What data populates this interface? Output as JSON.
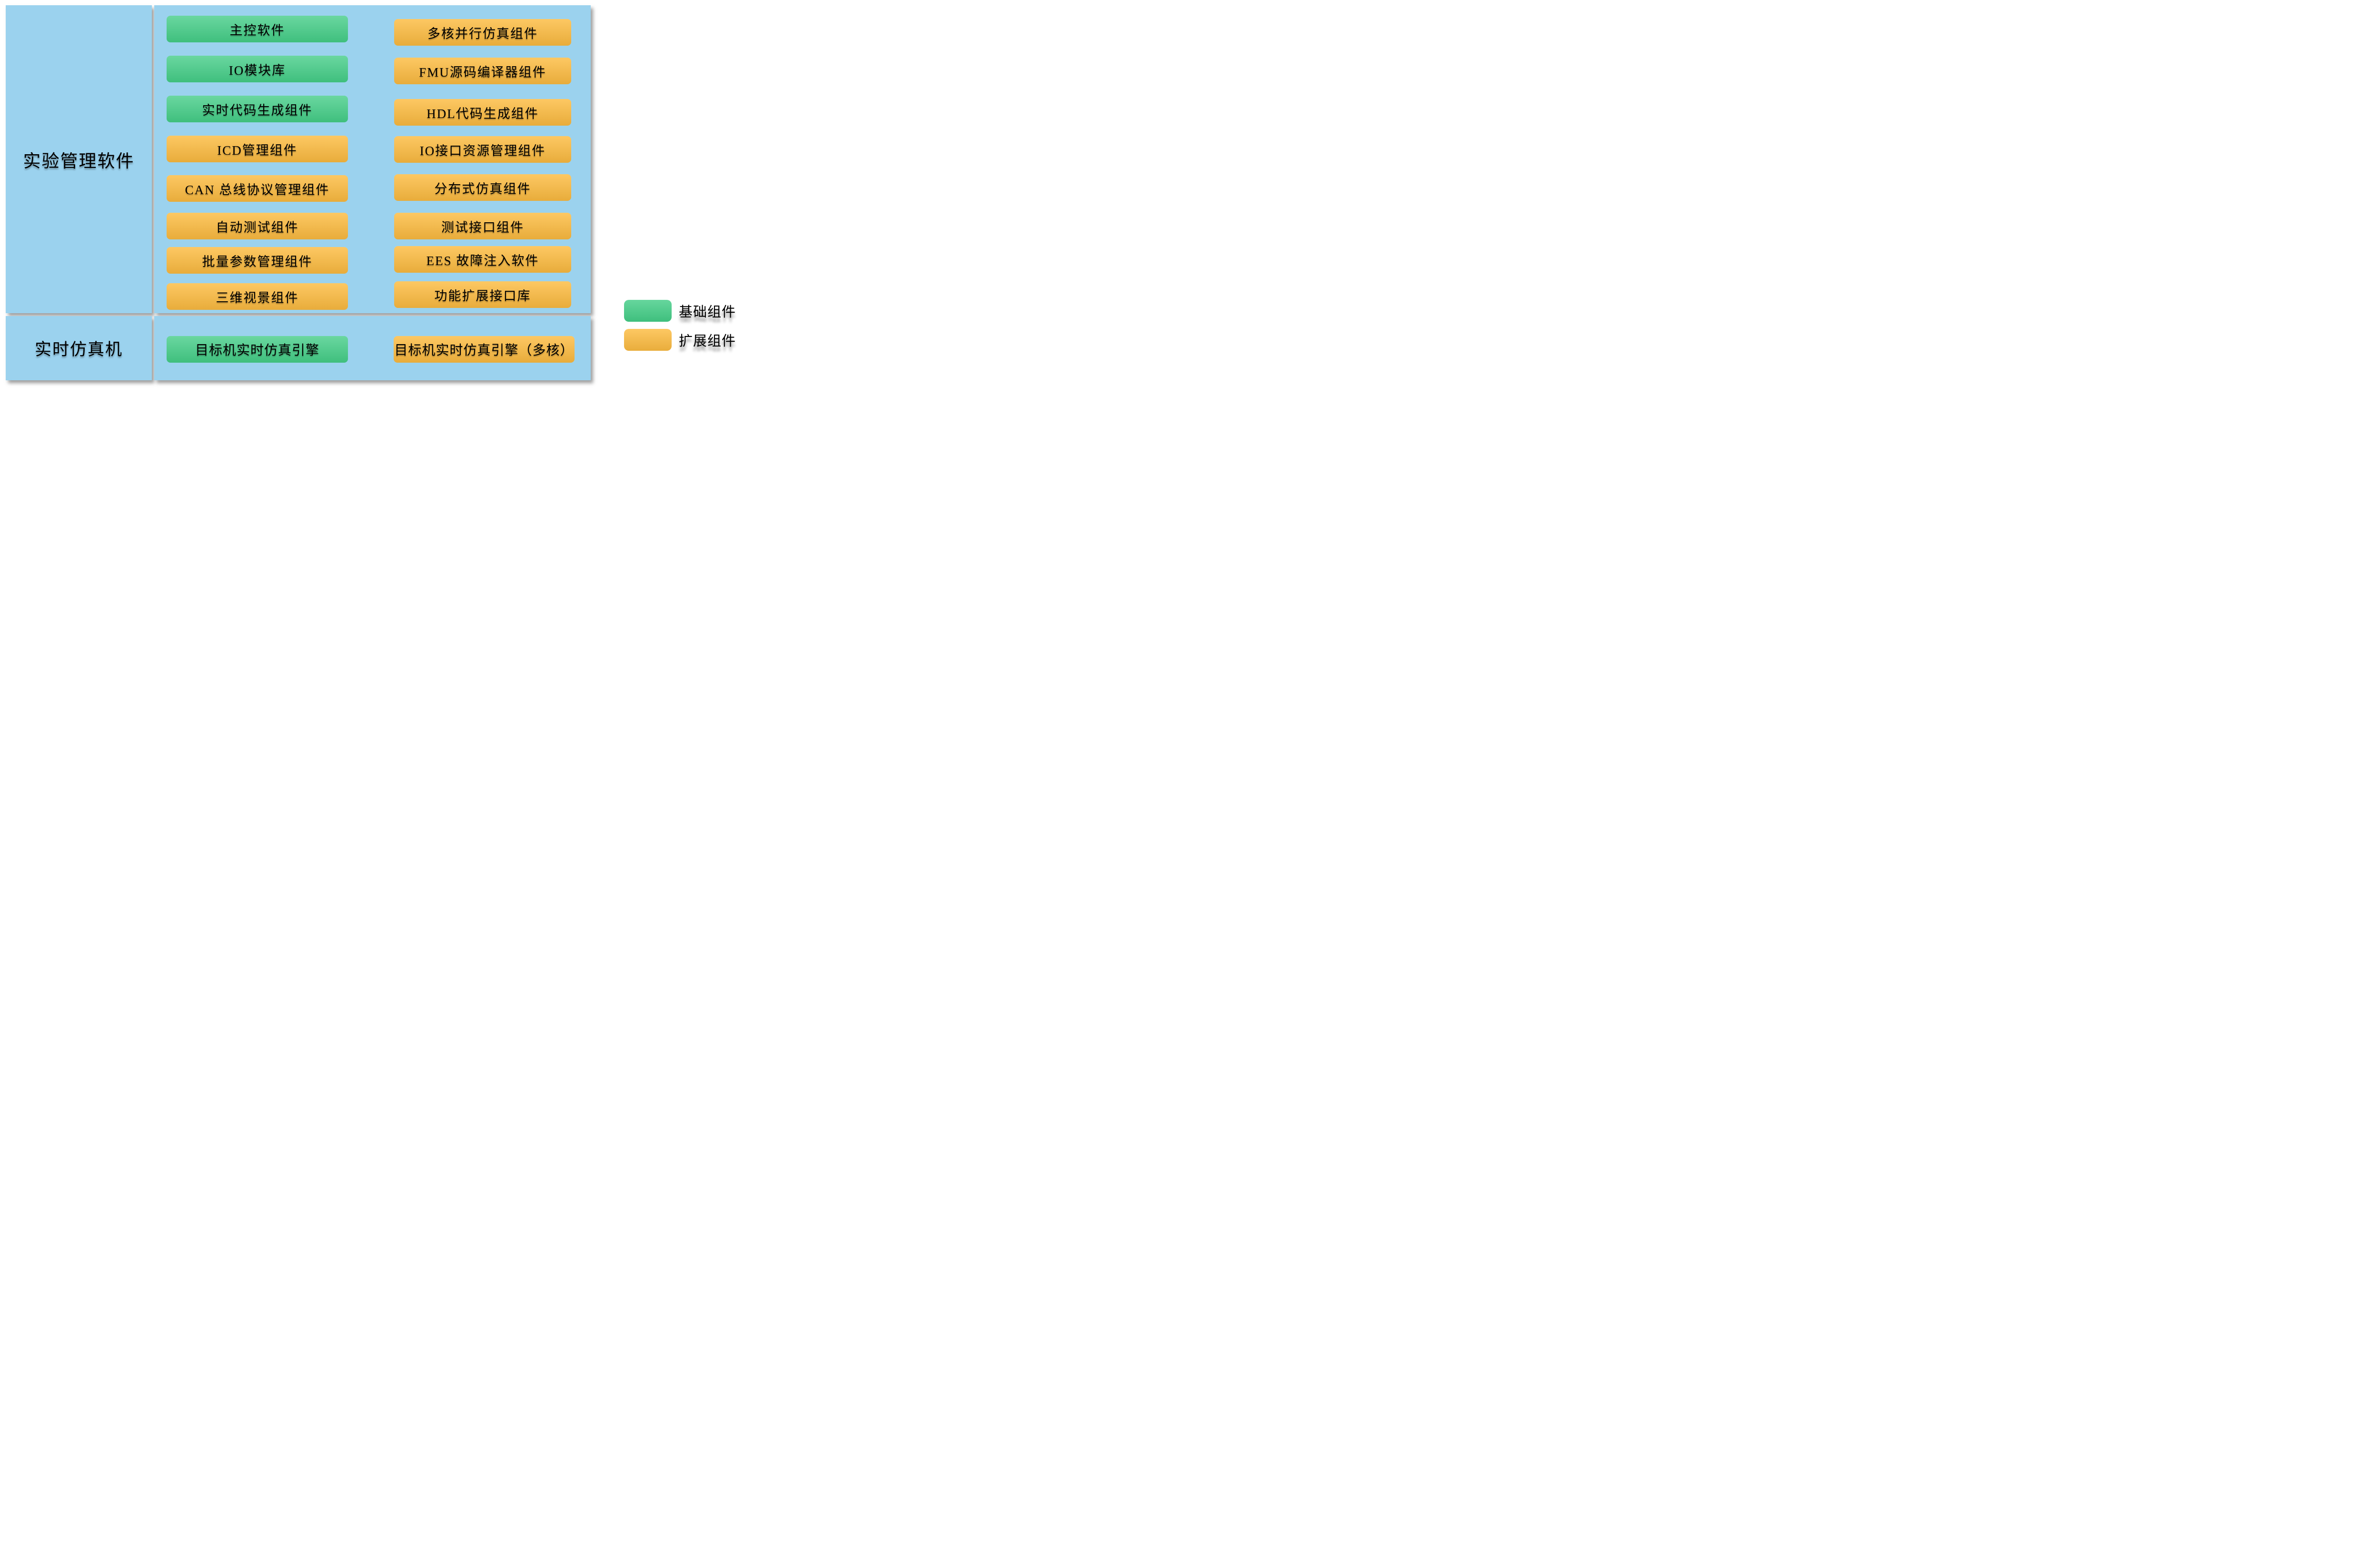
{
  "panels": {
    "top_left": {
      "label": "实验管理软件"
    },
    "bottom_left": {
      "label": "实时仿真机"
    }
  },
  "main": {
    "left_column": [
      {
        "label": "主控软件",
        "type": "base"
      },
      {
        "label": "IO模块库",
        "type": "base"
      },
      {
        "label": "实时代码生成组件",
        "type": "base"
      },
      {
        "label": "ICD管理组件",
        "type": "ext"
      },
      {
        "label": "CAN 总线协议管理组件",
        "type": "ext"
      },
      {
        "label": "自动测试组件",
        "type": "ext"
      },
      {
        "label": "批量参数管理组件",
        "type": "ext"
      },
      {
        "label": "三维视景组件",
        "type": "ext"
      }
    ],
    "right_column": [
      {
        "label": "多核并行仿真组件",
        "type": "ext"
      },
      {
        "label": "FMU源码编译器组件",
        "type": "ext"
      },
      {
        "label": "HDL代码生成组件",
        "type": "ext"
      },
      {
        "label": "IO接口资源管理组件",
        "type": "ext"
      },
      {
        "label": "分布式仿真组件",
        "type": "ext"
      },
      {
        "label": "测试接口组件",
        "type": "ext"
      },
      {
        "label": "EES 故障注入软件",
        "type": "ext"
      },
      {
        "label": "功能扩展接口库",
        "type": "ext"
      }
    ]
  },
  "bottom": {
    "left_button": {
      "label": "目标机实时仿真引擎",
      "type": "base"
    },
    "right_button": {
      "label": "目标机实时仿真引擎（多核）",
      "type": "ext"
    }
  },
  "legend": [
    {
      "label": "基础组件",
      "color": "green"
    },
    {
      "label": "扩展组件",
      "color": "orange"
    }
  ],
  "colors": {
    "panel_blue": "#9bd2ee",
    "base_component_top": "#6ad7a0",
    "base_component_bottom": "#3fbf7d",
    "ext_component_top": "#fdc863",
    "ext_component_bottom": "#e8ac3b",
    "text": "#000000"
  }
}
